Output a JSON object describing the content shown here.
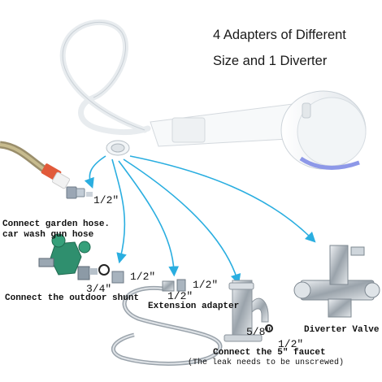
{
  "headline": {
    "line1": "4 Adapters of Different",
    "line2": "Size and 1 Diverter"
  },
  "sizes": {
    "garden": "1/2\"",
    "shunt_half": "1/2\"",
    "shunt_three_quarter": "3/4\"",
    "extension_a": "1/2\"",
    "extension_b": "1/2\"",
    "faucet_five_eighths": "5/8\"",
    "faucet_half": "1/2\""
  },
  "captions": {
    "garden_1": "Connect garden hose.",
    "garden_2": "car wash gun hose",
    "shunt": "Connect the outdoor shunt",
    "extension": "Extension adapter",
    "faucet_1": "Connect the 5\" faucet",
    "faucet_2": "(The leak needs to be unscrewed)",
    "diverter": "Diverter Valve"
  },
  "colors": {
    "arrow": "#2aaee0",
    "brass_valve": "#2f8f6e",
    "hose_white": "#f4f6f8",
    "chrome": "#b9c0c7"
  }
}
